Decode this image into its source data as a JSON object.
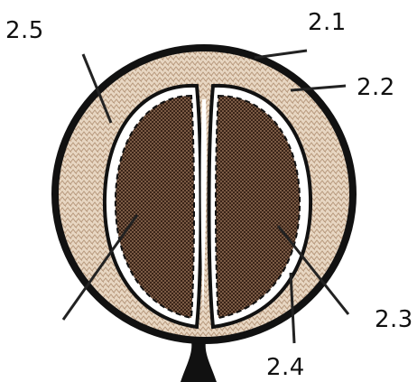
{
  "labels": {
    "l_2_1": "2.1",
    "l_2_2": "2.2",
    "l_2_3": "2.3",
    "l_2_4": "2.4",
    "l_2_5": "2.5"
  },
  "colors": {
    "outline": "#111111",
    "outer_layer_fill": "#e8d7c3",
    "outer_layer_pattern": "#b89a7e",
    "inner_fill": "#3a2418",
    "inner_pattern": "#ffffff",
    "white_band": "#ffffff"
  }
}
